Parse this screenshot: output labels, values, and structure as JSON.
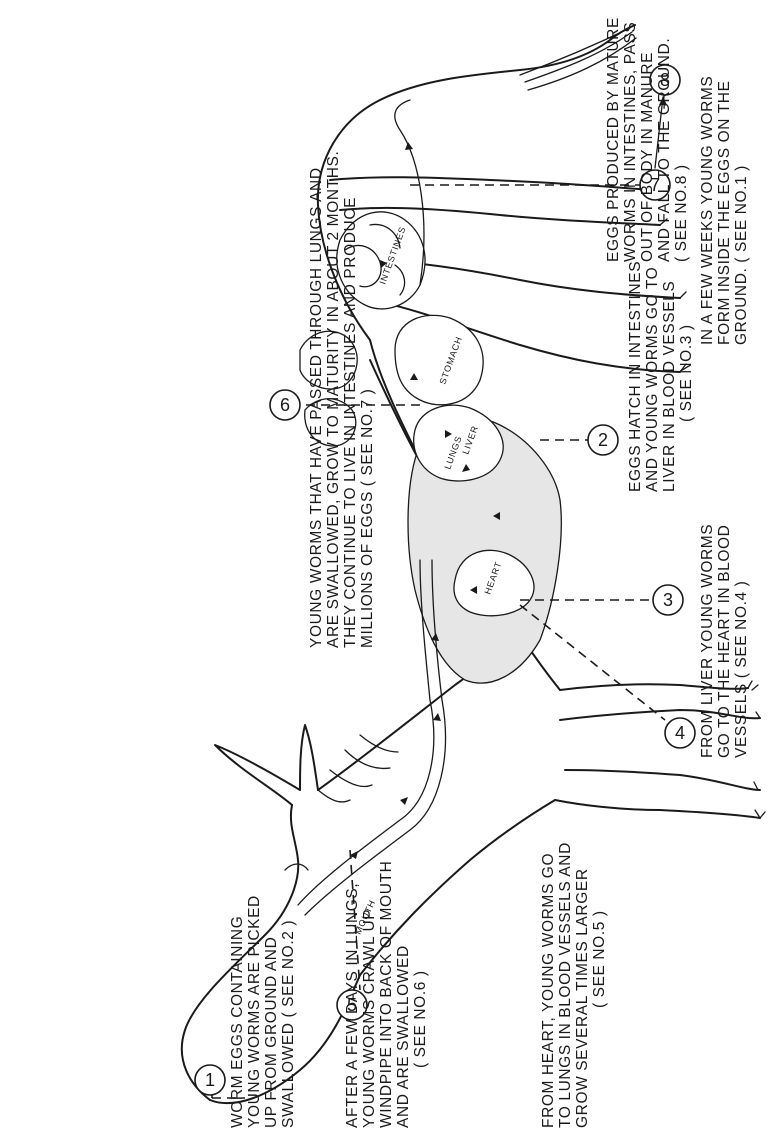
{
  "steps": [
    {
      "number": "1",
      "lines": [
        "WORM EGGS CONTAINING",
        "YOUNG WORMS ARE PICKED",
        "UP FROM GROUND AND",
        "SWALLOWED   ( SEE NO.2 )"
      ]
    },
    {
      "number": "2",
      "lines": [
        "EGGS HATCH IN INTESTINES",
        "AND YOUNG WORMS GO TO",
        "LIVER IN BLOOD VESSELS",
        "( SEE NO.3 )"
      ]
    },
    {
      "number": "3",
      "lines": [
        "FROM LIVER YOUNG WORMS",
        "GO TO THE HEART IN BLOOD",
        "VESSELS   ( SEE NO.4 )"
      ]
    },
    {
      "number": "4",
      "lines": [
        "FROM HEART, YOUNG WORMS GO",
        "TO LUNGS IN BLOOD VESSELS AND",
        "GROW SEVERAL TIMES LARGER",
        "( SEE NO.5 )"
      ]
    },
    {
      "number": "5",
      "lines": [
        "AFTER A FEW DAYS IN LUNGS,",
        "YOUNG WORMS CRAWL UP",
        "WINDPIPE INTO BACK OF MOUTH",
        "AND ARE SWALLOWED",
        "( SEE NO.6 )"
      ]
    },
    {
      "number": "6",
      "lines": [
        "YOUNG WORMS THAT HAVE PASSED THROUGH LUNGS AND",
        "ARE SWALLOWED, GROW TO MATURITY IN ABOUT 2 MONTHS.",
        "THEY CONTINUE TO LIVE IN INTESTINES AND PRODUCE",
        "MILLIONS OF EGGS   ( SEE NO.7 )"
      ]
    },
    {
      "number": "7",
      "lines": [
        "EGGS PRODUCED BY MATURE",
        "WORMS IN INTESTINES, PASS",
        "OUT OF BODY IN MANURE",
        "AND FALL TO THE GROUND.",
        "( SEE NO.8 )"
      ]
    },
    {
      "number": "8",
      "lines": [
        "IN A FEW WEEKS YOUNG WORMS",
        "FORM INSIDE THE EGGS ON THE",
        "GROUND.   ( SEE NO.1 )"
      ]
    }
  ],
  "organ_labels": {
    "mouth": "MOUTH",
    "lungs": "LUNGS",
    "heart": "HEART",
    "liver": "LIVER",
    "stomach": "STOMACH",
    "intestines": "INTESTINES"
  }
}
